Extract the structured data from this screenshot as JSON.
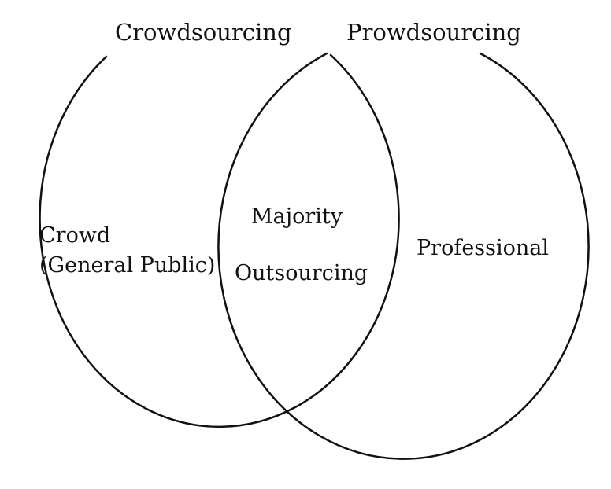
{
  "diagram": {
    "left_set": {
      "title": "Crowdsourcing",
      "region_label_line1": "Crowd",
      "region_label_line2": "(General Public)"
    },
    "right_set": {
      "title": "Prowdsourcing",
      "region_label": "Professional"
    },
    "overlap": {
      "label_top": "Majority",
      "label_bottom": "Outsourcing"
    },
    "colors": {
      "stroke": "#111111",
      "background": "#ffffff",
      "text": "#111111"
    }
  }
}
